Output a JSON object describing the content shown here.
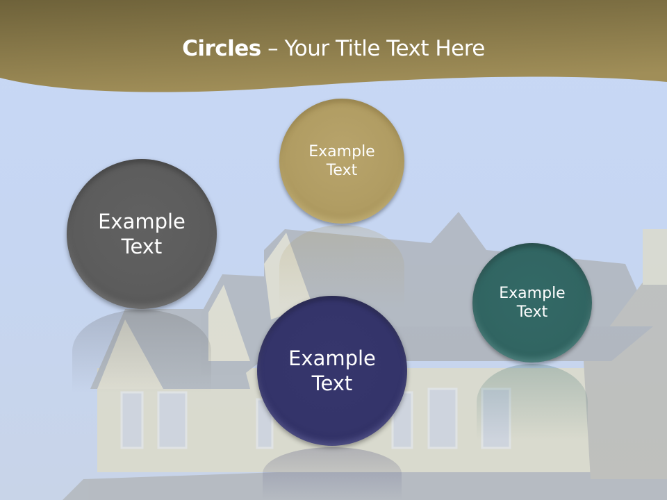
{
  "slide": {
    "title_bold": "Circles",
    "title_rest": " – Your Title Text Here",
    "background": "faded house photo on blue sky",
    "colors": {
      "header_band": "#8a7a48",
      "sky": "#c8d8f5",
      "gold_circle": "#b09c62",
      "gray_circle": "#5c5c5c",
      "navy_circle": "#34346a",
      "teal_circle": "#316562",
      "text": "#ffffff"
    }
  },
  "circles": [
    {
      "id": "gold",
      "label": "Example\nText"
    },
    {
      "id": "gray",
      "label": "Example\nText"
    },
    {
      "id": "navy",
      "label": "Example\nText"
    },
    {
      "id": "teal",
      "label": "Example\nText"
    }
  ]
}
